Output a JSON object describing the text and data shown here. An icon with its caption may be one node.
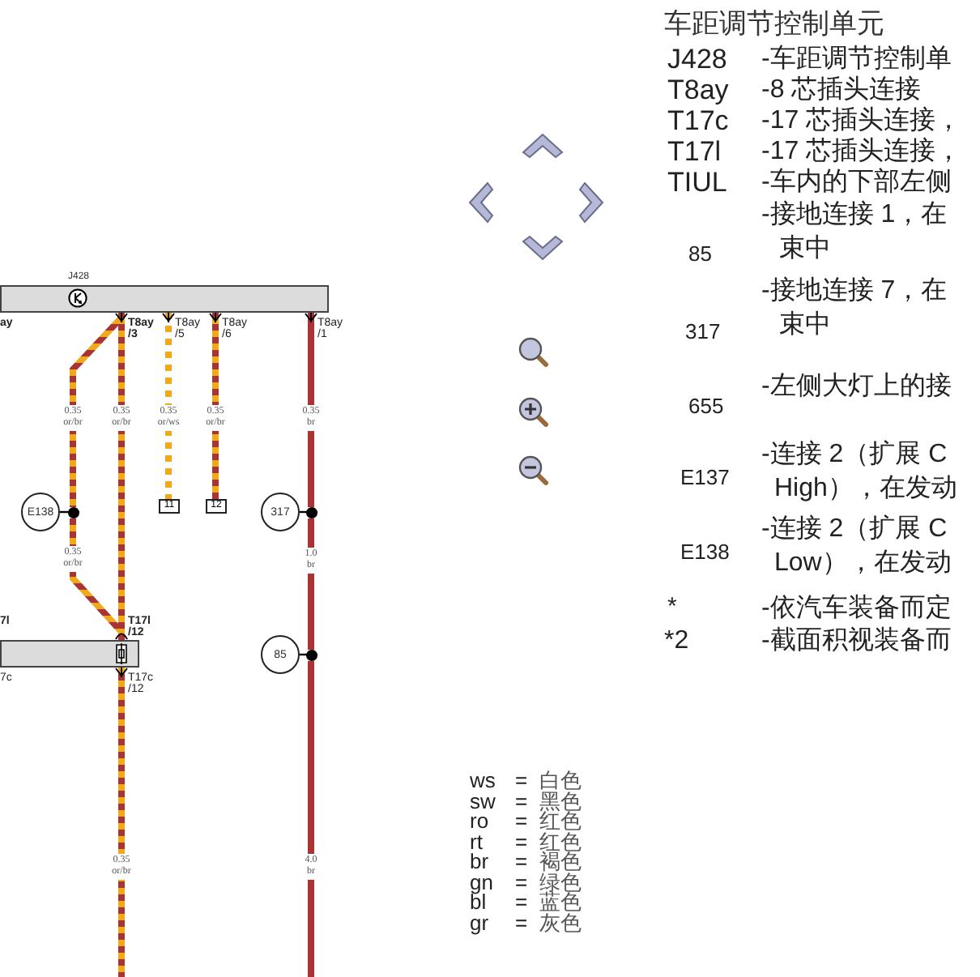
{
  "diagram": {
    "nodes": [
      {
        "text": [
          "J428"
        ]
      },
      {
        "text": [],
        "shape": "circle"
      },
      {
        "text": [
          "E138"
        ]
      },
      {
        "text": [
          "11"
        ]
      },
      {
        "text": [
          "12"
        ]
      },
      {
        "text": [],
        "shape": "circle"
      },
      {
        "text": [
          "317"
        ]
      },
      {
        "text": [],
        "shape": "circle"
      },
      {
        "text": [
          "85"
        ]
      },
      {
        "text": [],
        "shape": "box"
      }
    ],
    "edges": [
      {
        "from": 0,
        "to": 1,
        "arrow": "none",
        "label": "0.35 or/br"
      },
      {
        "from": 2,
        "to": 1,
        "arrow": "none",
        "color": "#000000"
      },
      {
        "from": 1,
        "to": 9,
        "arrow": "none",
        "label": "0.35 or/br"
      },
      {
        "from": 0,
        "to": 9,
        "arrow": "none",
        "label": "0.35 or/br"
      },
      {
        "from": 0,
        "to": 3,
        "arrow": "none",
        "label": "0.35 or/ws",
        "style": "dashed",
        "color": "#f0a81c"
      },
      {
        "from": 0,
        "to": 4,
        "arrow": "none",
        "label": "0.35 or/br"
      },
      {
        "from": 0,
        "to": 5,
        "arrow": "none",
        "label": "0.35 br",
        "color": "#a83434"
      },
      {
        "from": 6,
        "to": 5,
        "arrow": "none",
        "color": "#000000"
      },
      {
        "from": 5,
        "to": 7,
        "arrow": "none",
        "label": "1.0 br",
        "color": "#a83434"
      },
      {
        "from": 8,
        "to": 7,
        "arrow": "none",
        "color": "#000000"
      },
      {
        "from": 7,
        "to": null,
        "arrow": "none",
        "label": "4.0 br",
        "color": "#a83434"
      },
      {
        "from": 9,
        "to": null,
        "arrow": "none",
        "label": "0.35 or/br"
      }
    ],
    "labels": [
      "ay",
      "T8ay /3",
      "T8ay /5",
      "T8ay /6",
      "T8ay /1",
      "7l",
      "T17l /12",
      "7c",
      "T17c /12",
      "车距调节控制单元",
      "J428",
      "-车距调节控制单",
      "T8ay",
      "-8 芯插头连接",
      "T17c",
      "-17 芯插头连接，",
      "T17l",
      "-17 芯插头连接，",
      "TIUL",
      "-车内的下部左侧",
      "-接地连接 1，在",
      "85",
      "束中",
      "-接地连接 7，在",
      "317",
      "束中",
      "-左侧大灯上的接",
      "655",
      "-连接 2（扩展 C",
      "E137",
      "High），在发动",
      "-连接 2（扩展 C",
      "E138",
      "Low），在发动",
      "*",
      "-依汽车装备而定",
      "*2",
      "-截面积视装备而",
      "ws",
      "=",
      "白色",
      "sw",
      "=",
      "黑色",
      "ro",
      "=",
      "红色",
      "rt",
      "=",
      "红色",
      "br",
      "=",
      "褐色",
      "gn",
      "=",
      "绿色",
      "bl",
      "=",
      "蓝色",
      "gr",
      "=",
      "灰色"
    ]
  }
}
